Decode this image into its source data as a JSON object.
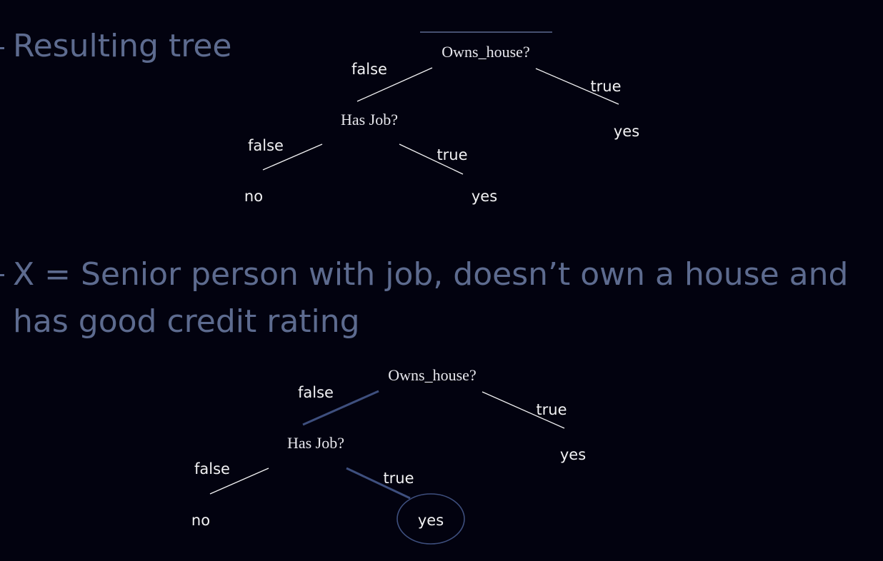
{
  "slide": {
    "heading1": "Resulting tree",
    "heading2_line1": "X = Senior person with job, doesn’t own a house and",
    "heading2_line2": "has good credit rating"
  },
  "tree1": {
    "root": "Owns_house?",
    "child": "Has Job?",
    "leaf_right": "yes",
    "leaf_left": "no",
    "leaf_mid": "yes",
    "edge_root_false": "false",
    "edge_root_true": "true",
    "edge_child_false": "false",
    "edge_child_true": "true"
  },
  "tree2": {
    "root": "Owns_house?",
    "child": "Has Job?",
    "leaf_right": "yes",
    "leaf_left": "no",
    "leaf_mid": "yes",
    "edge_root_false": "false",
    "edge_root_true": "true",
    "edge_child_false": "false",
    "edge_child_true": "true"
  },
  "colors": {
    "background": "#02020f",
    "heading_text": "#5d6b8f",
    "tree_text": "#f2f2f4",
    "highlight_path": "#3e4f7e"
  }
}
